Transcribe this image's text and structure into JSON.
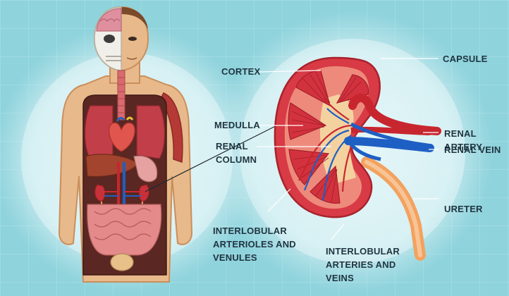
{
  "colors": {
    "background": "#8fd3dc",
    "grid": "#a9e0e7",
    "halo": "#e6f6f8",
    "skin": "#e8b98a",
    "kidney": "#d83b45",
    "artery": "#c8262f",
    "vein": "#1e5fc4",
    "ureter": "#f3a25f",
    "label": "#1f3440"
  },
  "labels": {
    "cortex": "CORTEX",
    "capsule": "CAPSULE",
    "medulla": "MEDULLA",
    "renal_column": "RENAL\nCOLUMN",
    "renal_artery": "RENAL ARTERY",
    "renal_vein": "RENAL VEIN",
    "ureter": "URETER",
    "interlobular_arterioles": "INTERLOBULAR\nARTERIOLES AND\nVENULES",
    "interlobular_arteries": "INTERLOBULAR\nARTERIES AND\nVEINS"
  }
}
